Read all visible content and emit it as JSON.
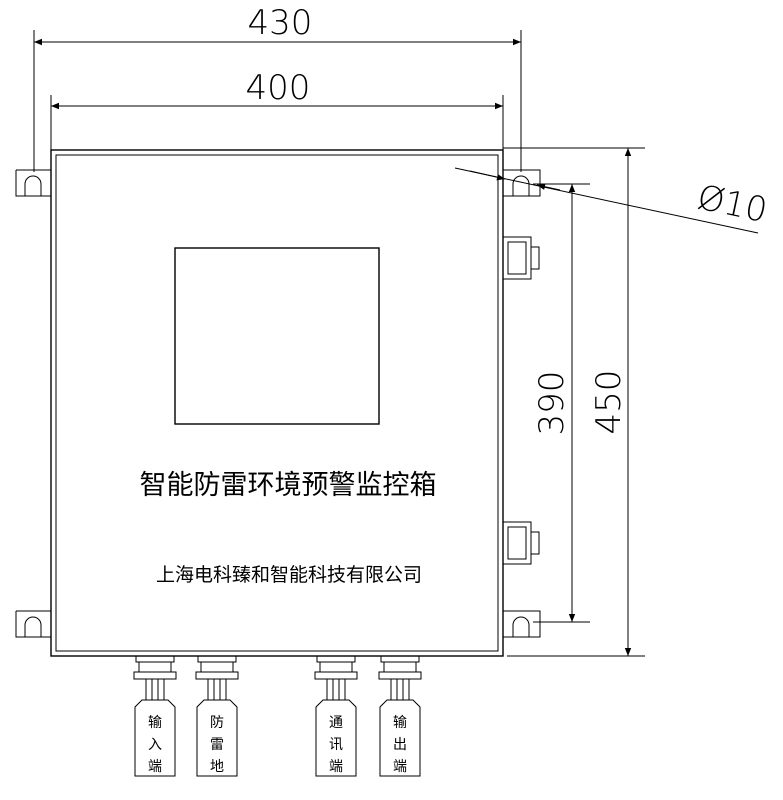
{
  "dimensions": {
    "overall_width": "430",
    "inner_width": "400",
    "hole_diameter": "Ø10",
    "mount_spacing": "390",
    "overall_height": "450"
  },
  "panel": {
    "title": "智能防雷环境预警监控箱",
    "company": "上海电科臻和智能科技有限公司"
  },
  "ports": [
    {
      "chars": [
        "输",
        "入",
        "端"
      ]
    },
    {
      "chars": [
        "防",
        "雷",
        "地"
      ]
    },
    {
      "chars": [
        "通",
        "讯",
        "端"
      ]
    },
    {
      "chars": [
        "输",
        "出",
        "端"
      ]
    }
  ]
}
